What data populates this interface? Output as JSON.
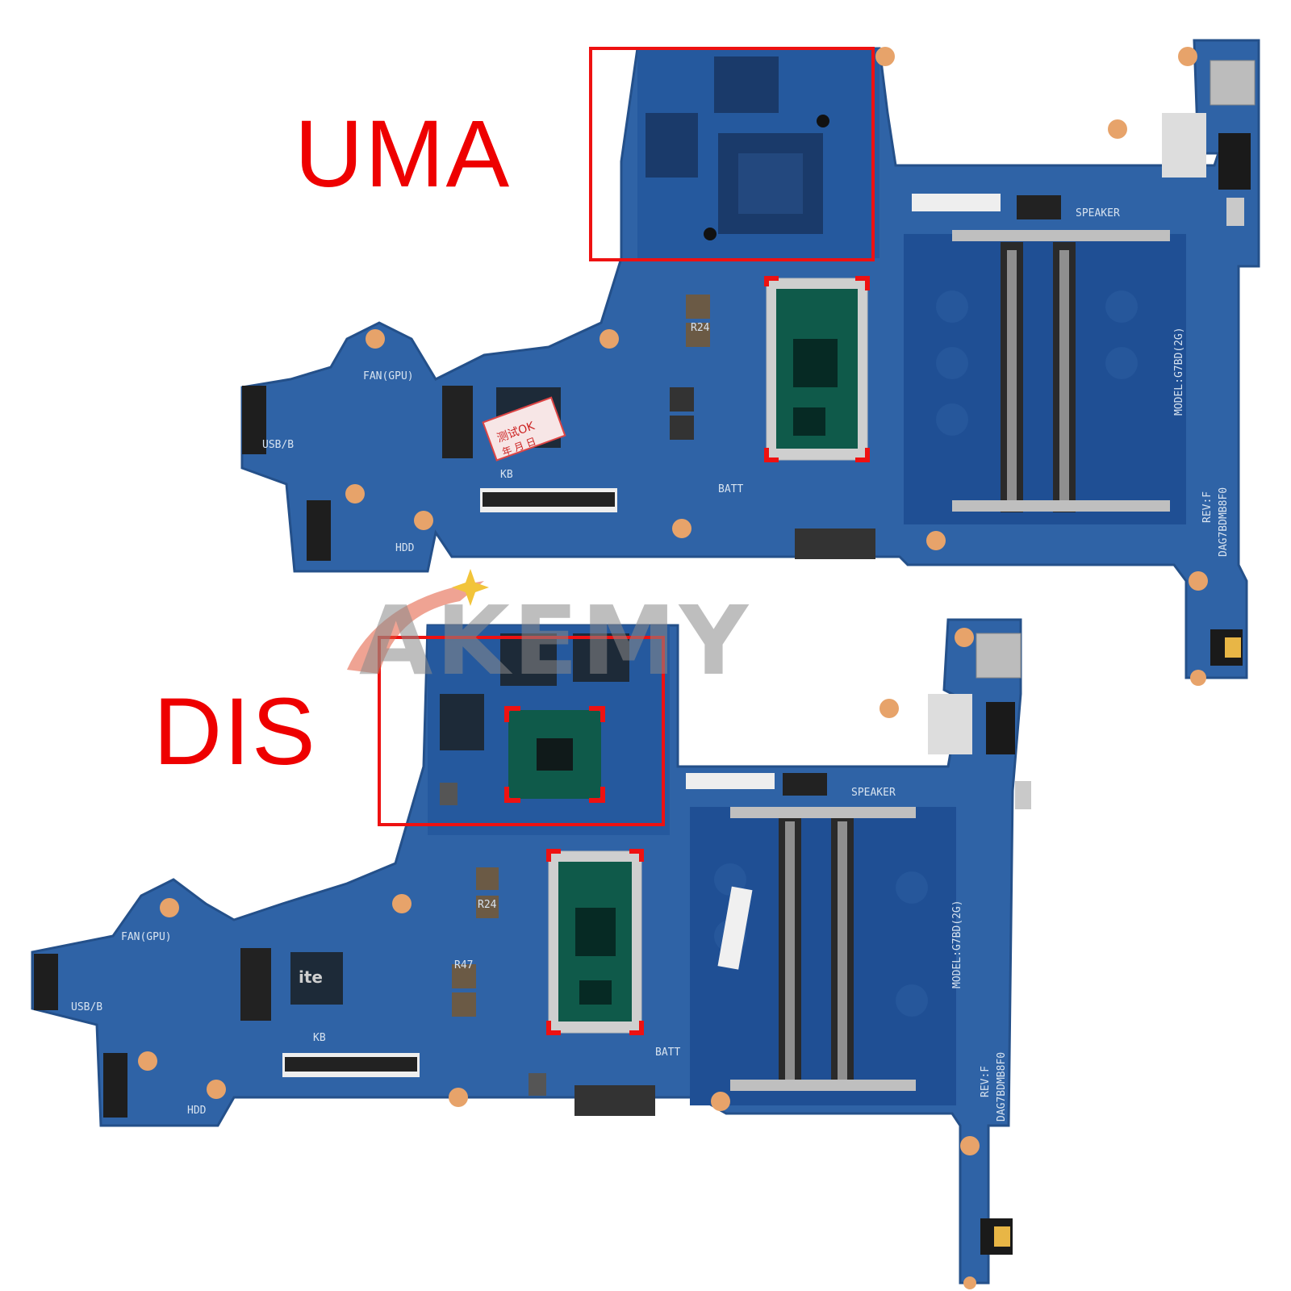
{
  "labels": {
    "top_variant": "UMA",
    "bottom_variant": "DIS"
  },
  "watermark": "AKEMY",
  "colors": {
    "highlight_box": "#ee1111",
    "pcb": "#2f63a6",
    "pcb_dark": "#1f4f94",
    "chip": "#1d2a38",
    "cpu_die": "#0f5a4a",
    "cpu_frame": "#cfcfcf",
    "gold": "#e7a36a"
  },
  "silkscreen": {
    "model": "MODEL:G7BD(2G)",
    "rev": "REV:F",
    "part": "DAG7BDMB8F0",
    "fan": "FAN(GPU)",
    "usb": "USB/B",
    "kb": "KB",
    "hdd": "HDD",
    "batt": "BATT",
    "speaker": "SPEAKER",
    "sticker_top": "测试OK",
    "sticker_bottom": "年 月 日",
    "r24": "R24",
    "r47": "R47",
    "ite": "ite"
  }
}
